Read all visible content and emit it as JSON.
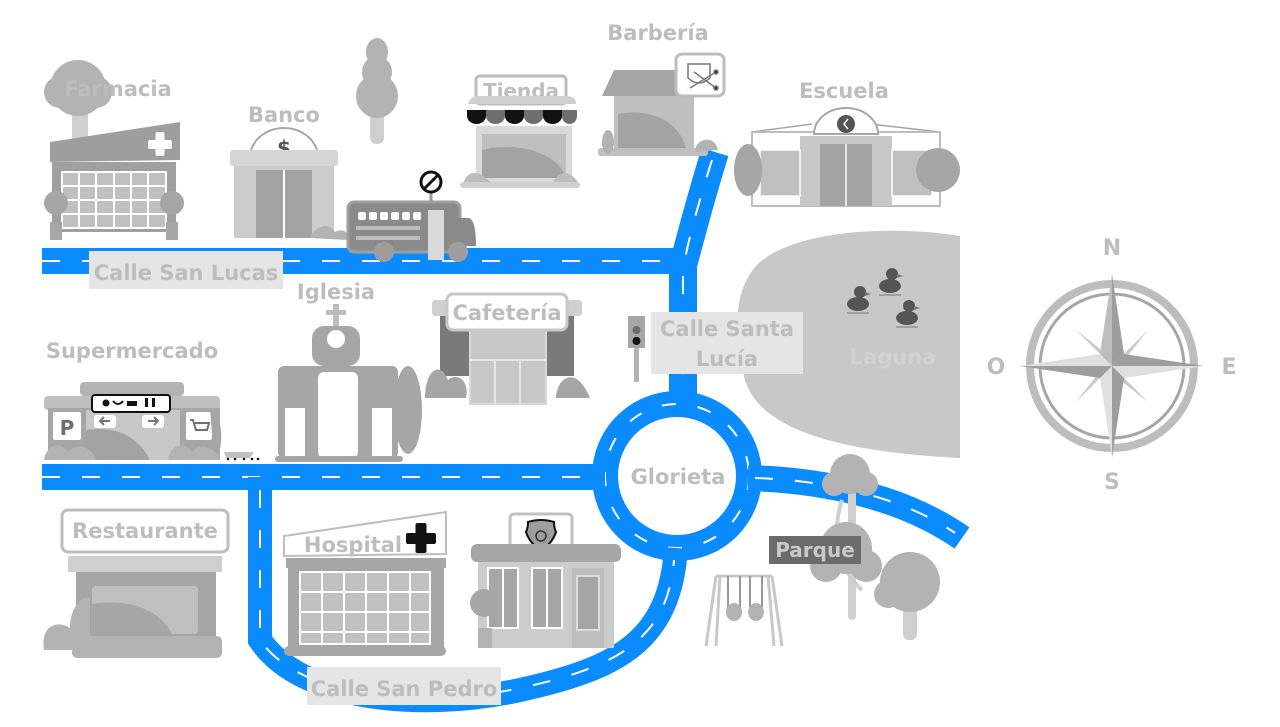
{
  "map": {
    "title": "Mapa de la ciudad",
    "colors": {
      "road": "#0a8cff",
      "road_dash": "#ffffff",
      "building": "#a6a6a6",
      "building_light": "#cccccc",
      "label": "#bdbdbd",
      "street_label_bg": "#e5e5e5",
      "lagoon": "#c8c8c8",
      "park_label_bg": "#6b6b6b"
    },
    "places": {
      "farmacia": "Farmacia",
      "banco": "Banco",
      "tienda": "Tienda",
      "barberia": "Barbería",
      "escuela": "Escuela",
      "iglesia": "Iglesia",
      "cafeteria": "Cafetería",
      "supermercado": "Supermercado",
      "laguna": "Laguna",
      "glorieta": "Glorieta",
      "parque": "Parque",
      "restaurante": "Restaurante",
      "hospital": "Hospital"
    },
    "streets": {
      "san_lucas": "Calle San Lucas",
      "santa_lucia_line1": "Calle Santa",
      "santa_lucia_line2": "Lucía",
      "san_pedro": "Calle San Pedro"
    },
    "bank_symbol": "$",
    "parking_symbol": "P",
    "compass": {
      "north": "N",
      "south": "S",
      "east": "E",
      "west": "O"
    },
    "icons": [
      "pharmacy-cross-icon",
      "dollar-icon",
      "awning-icon",
      "barber-sign-icon",
      "clock-icon",
      "bus-icon",
      "no-entry-sign-icon",
      "church-cross-icon",
      "traffic-light-icon",
      "duck-icon",
      "compass-rose-icon",
      "parking-icon",
      "shopping-cart-icon",
      "hospital-cross-icon",
      "police-badge-icon",
      "swing-set-icon",
      "tree-icon"
    ]
  }
}
